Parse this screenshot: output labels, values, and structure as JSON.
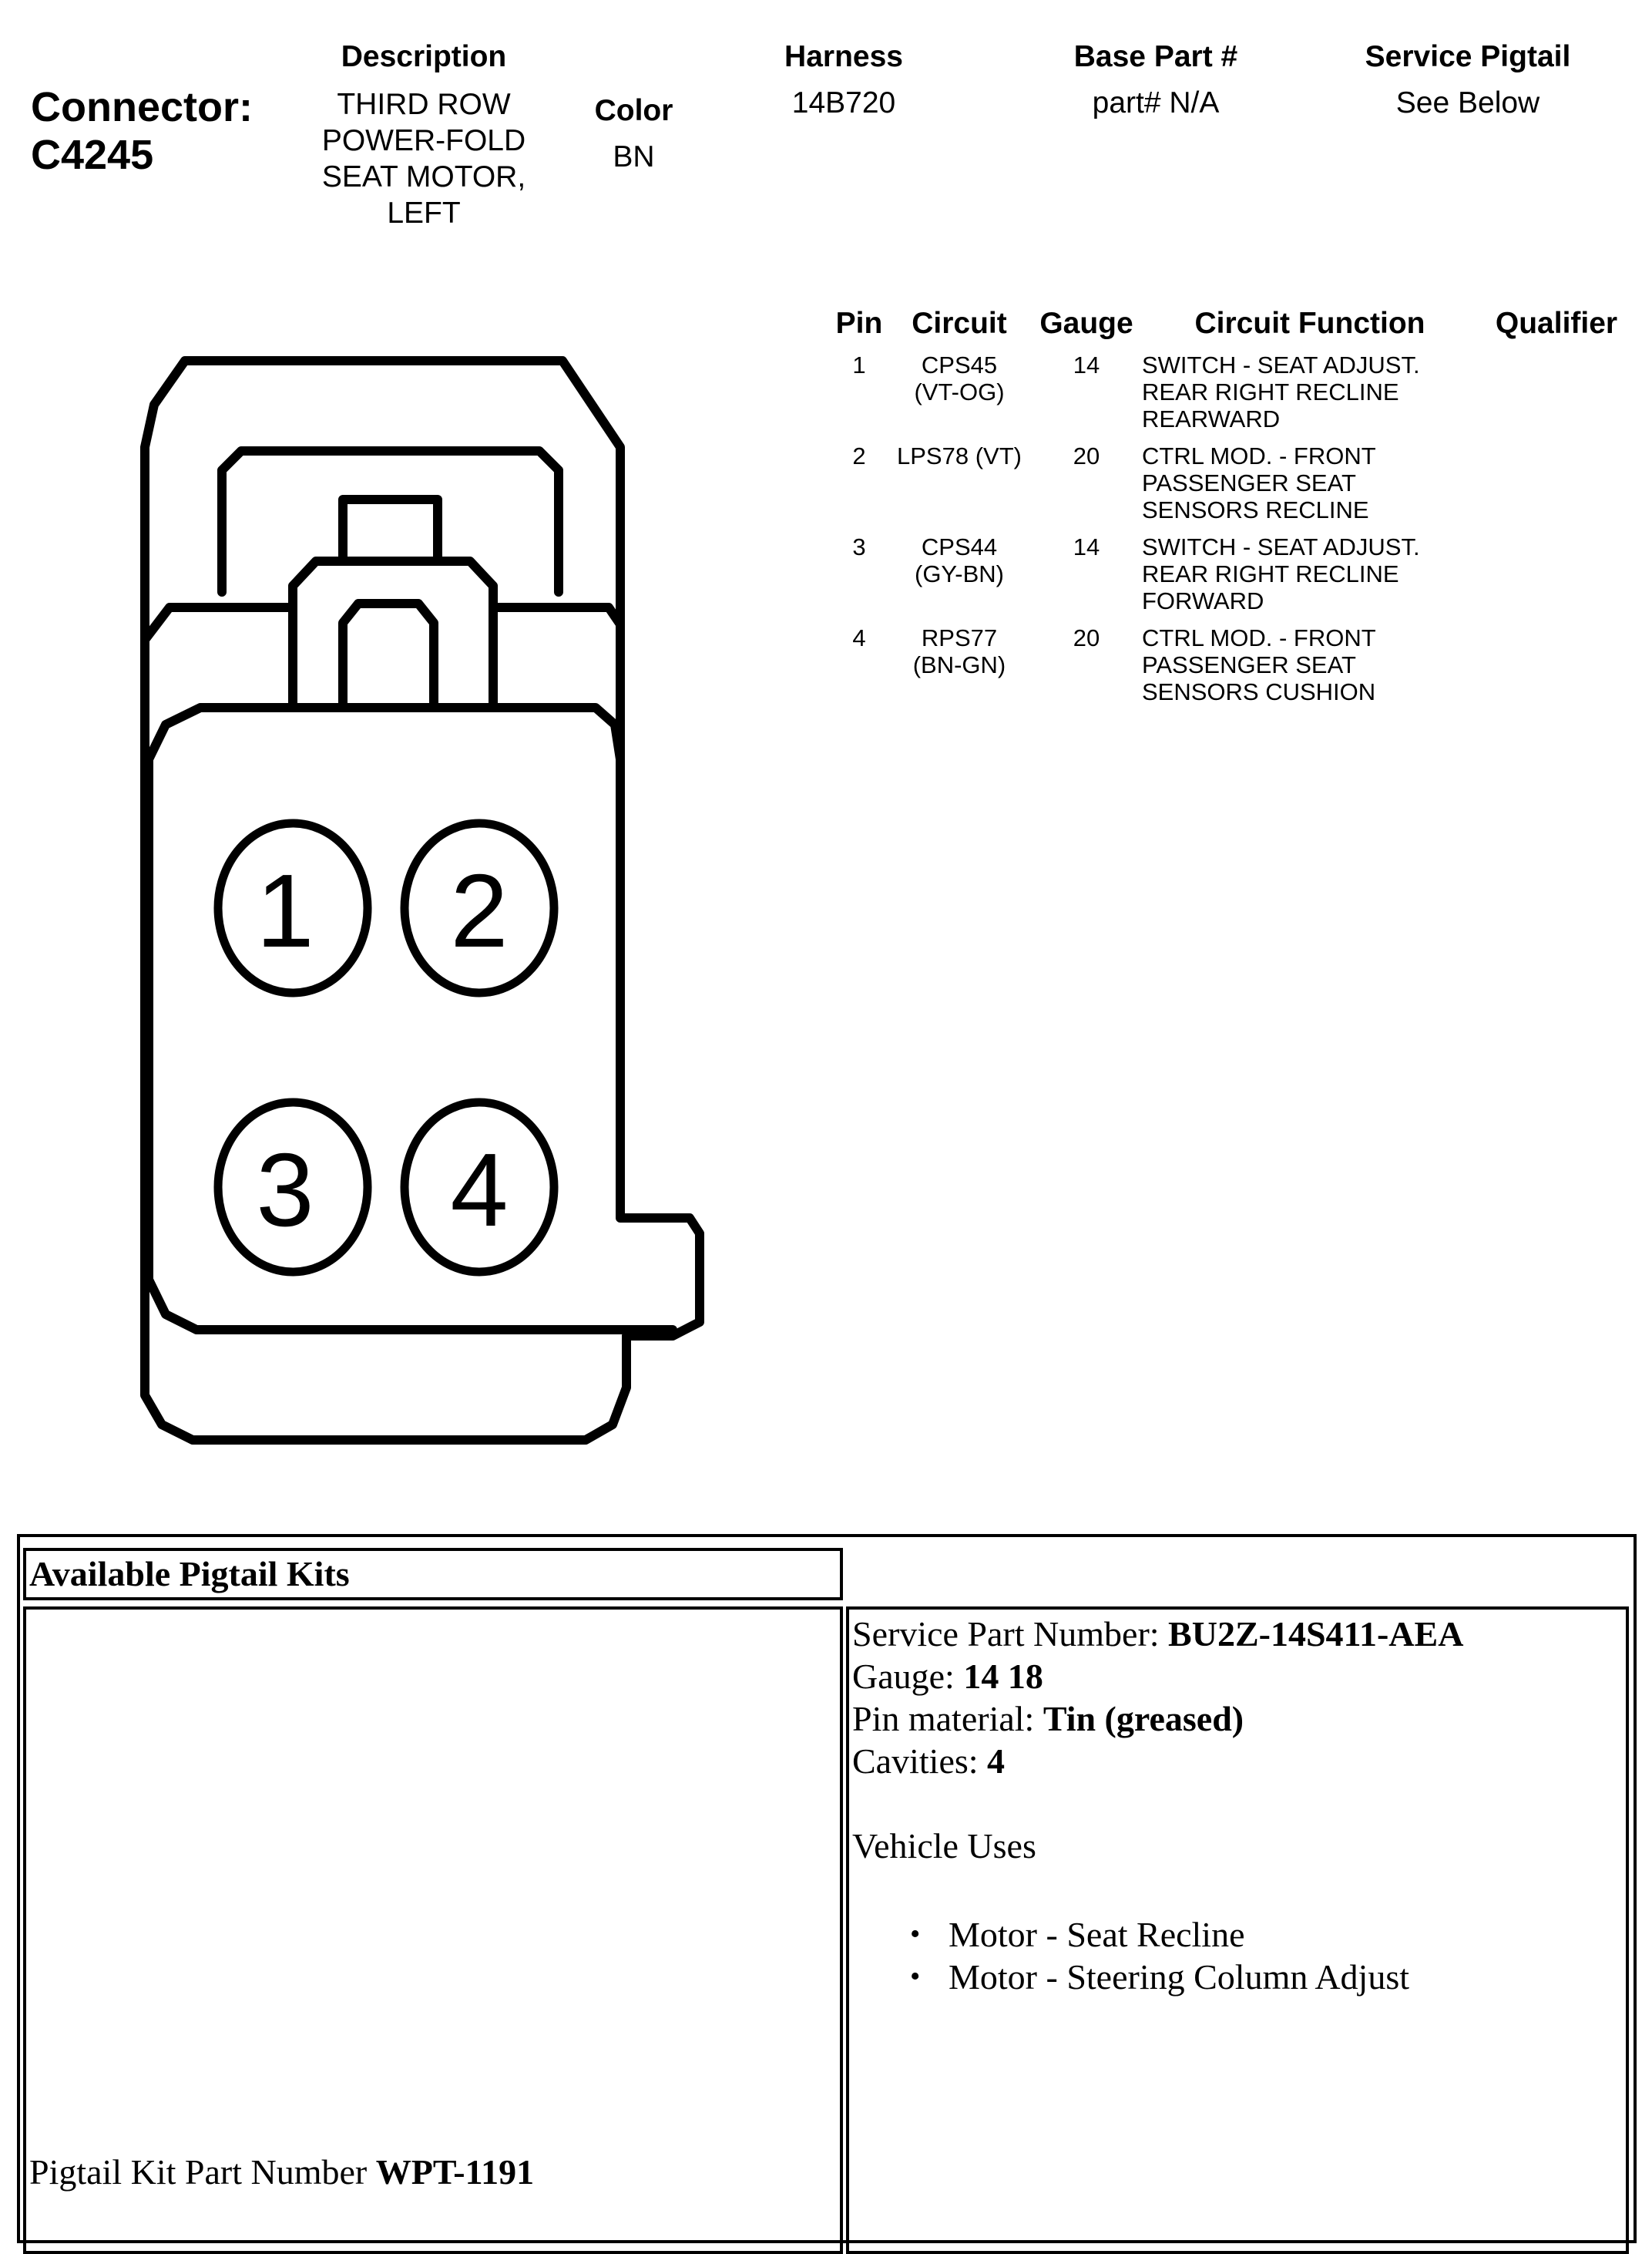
{
  "connector": {
    "label": "Connector:",
    "id": "C4245"
  },
  "header": {
    "description_label": "Description",
    "description_lines": [
      "THIRD ROW",
      "POWER-FOLD",
      "SEAT MOTOR,",
      "LEFT"
    ],
    "color_label": "Color",
    "color_value": "BN",
    "harness_label": "Harness",
    "harness_value": "14B720",
    "base_part_label": "Base Part #",
    "base_part_value": "part# N/A",
    "service_pigtail_label": "Service Pigtail",
    "service_pigtail_value": "See Below"
  },
  "pin_table": {
    "headers": {
      "pin": "Pin",
      "circuit": "Circuit",
      "gauge": "Gauge",
      "function": "Circuit Function",
      "qualifier": "Qualifier"
    },
    "rows": [
      {
        "pin": "1",
        "circuit": [
          "CPS45",
          "(VT-OG)"
        ],
        "gauge": "14",
        "function": [
          "SWITCH - SEAT ADJUST.",
          "REAR RIGHT RECLINE",
          "REARWARD"
        ]
      },
      {
        "pin": "2",
        "circuit": [
          "LPS78 (VT)"
        ],
        "gauge": "20",
        "function": [
          "CTRL MOD. - FRONT",
          "PASSENGER SEAT",
          "SENSORS RECLINE"
        ]
      },
      {
        "pin": "3",
        "circuit": [
          "CPS44",
          "(GY-BN)"
        ],
        "gauge": "14",
        "function": [
          "SWITCH - SEAT ADJUST.",
          "REAR RIGHT RECLINE",
          "FORWARD"
        ]
      },
      {
        "pin": "4",
        "circuit": [
          "RPS77",
          "(BN-GN)"
        ],
        "gauge": "20",
        "function": [
          "CTRL MOD. - FRONT",
          "PASSENGER SEAT",
          "SENSORS CUSHION"
        ]
      }
    ]
  },
  "diagram": {
    "pins": [
      "1",
      "2",
      "3",
      "4"
    ]
  },
  "pigtail": {
    "title": "Available Pigtail Kits",
    "service_part_label": "Service Part Number: ",
    "service_part_value": "BU2Z-14S411-AEA",
    "gauge_label": "Gauge: ",
    "gauge_value": "14 18",
    "pin_material_label": "Pin material: ",
    "pin_material_value": "Tin (greased)",
    "cavities_label": "Cavities: ",
    "cavities_value": "4",
    "vehicle_uses_label": "Vehicle Uses",
    "vehicle_uses": [
      "Motor - Seat Recline",
      "Motor - Steering Column Adjust"
    ],
    "kit_part_label": "Pigtail Kit Part Number ",
    "kit_part_value": "WPT-1191"
  }
}
